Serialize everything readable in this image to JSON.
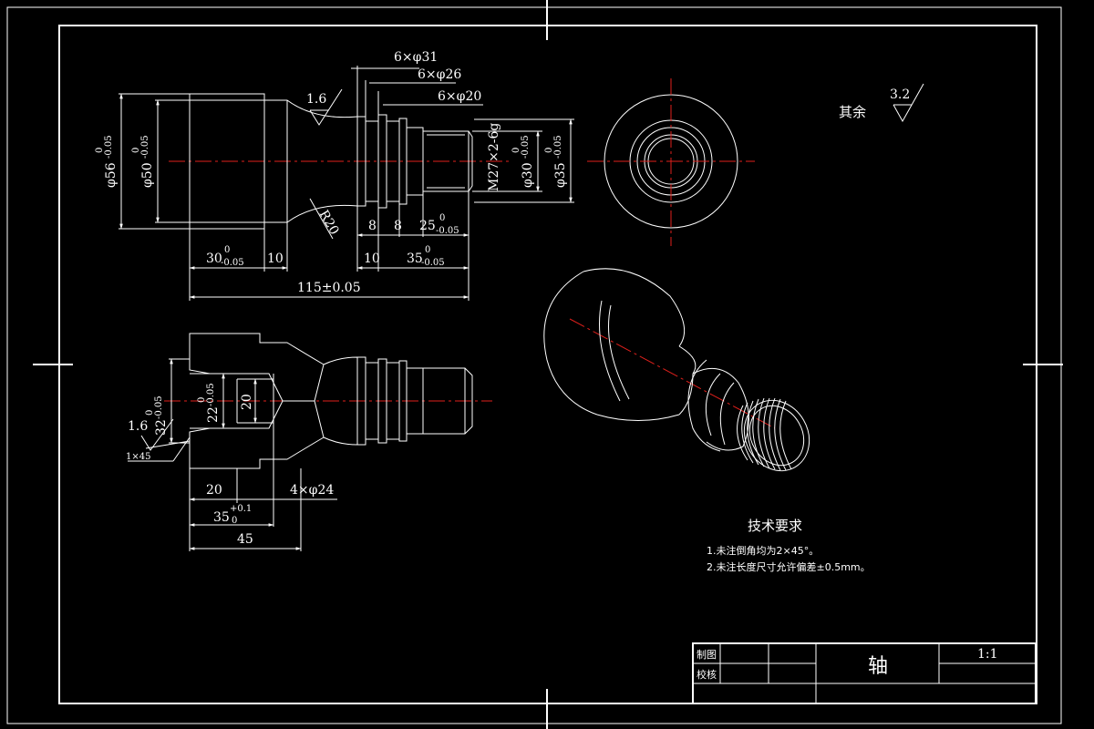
{
  "drawing": {
    "colors": {
      "background": "#000000",
      "line": "#ffffff",
      "center_line": "#e0201c",
      "hatch": "#2fb8b0"
    },
    "front_view": {
      "chain_dims": [
        "6×φ31",
        "6×φ26",
        "6×φ20"
      ],
      "roughness": "1.6",
      "diameters": {
        "d56": "φ56",
        "d56_tol_top": "0",
        "d56_tol_bot": "-0.05",
        "d50": "φ50",
        "d50_tol_top": "0",
        "d50_tol_bot": "-0.05",
        "thread": "M27×2-6g",
        "d30": "φ30",
        "d30_tol_top": "0",
        "d30_tol_bot": "-0.05",
        "d35": "φ35",
        "d35_tol_top": "0",
        "d35_tol_bot": "-0.05"
      },
      "radius": "R20",
      "lengths": {
        "l8a": "8",
        "l8b": "8",
        "l25": "25",
        "l25_tol_top": "0",
        "l25_tol_bot": "-0.05",
        "l30": "30",
        "l30_tol_top": "0",
        "l30_tol_bot": "-0.05",
        "l10a": "10",
        "l10b": "10",
        "l35": "35",
        "l35_tol_top": "0",
        "l35_tol_bot": "-0.05",
        "total": "115±0.05"
      }
    },
    "section_view": {
      "d32": "32",
      "d32_tol_top": "0",
      "d32_tol_bot": "-0.05",
      "d22": "22",
      "d22_tol_top": "0",
      "d22_tol_bot": "-0.05",
      "d20": "20",
      "roughness": "1.6",
      "chamfer": "1×45",
      "l20": "20",
      "l35": "35",
      "l35_tol_top": "+0.1",
      "l35_tol_bot": "0",
      "l45": "45",
      "grooves": "4×φ24"
    },
    "roughness_other": {
      "label": "其余",
      "value": "3.2"
    },
    "tech_requirements": {
      "title": "技术要求",
      "items": [
        "1.未注倒角均为2×45°。",
        "2.未注长度尺寸允许偏差±0.5mm。"
      ]
    },
    "title_block": {
      "drawn_by": "制图",
      "checked_by": "校核",
      "part_name": "轴",
      "scale": "1:1"
    }
  }
}
